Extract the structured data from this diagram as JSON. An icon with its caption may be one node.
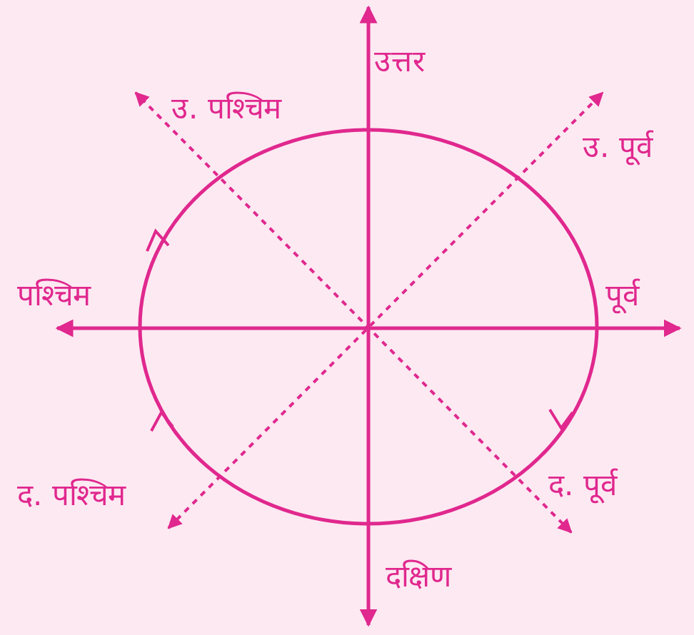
{
  "diagram": {
    "labels": [
      "उत्तर",
      "उ. पश्चिम",
      "उ. पूर्व",
      "पश्चिम",
      "पूर्व",
      "द. पश्चिम",
      "द. पूर्व",
      "दक्षिण"
    ]
  }
}
